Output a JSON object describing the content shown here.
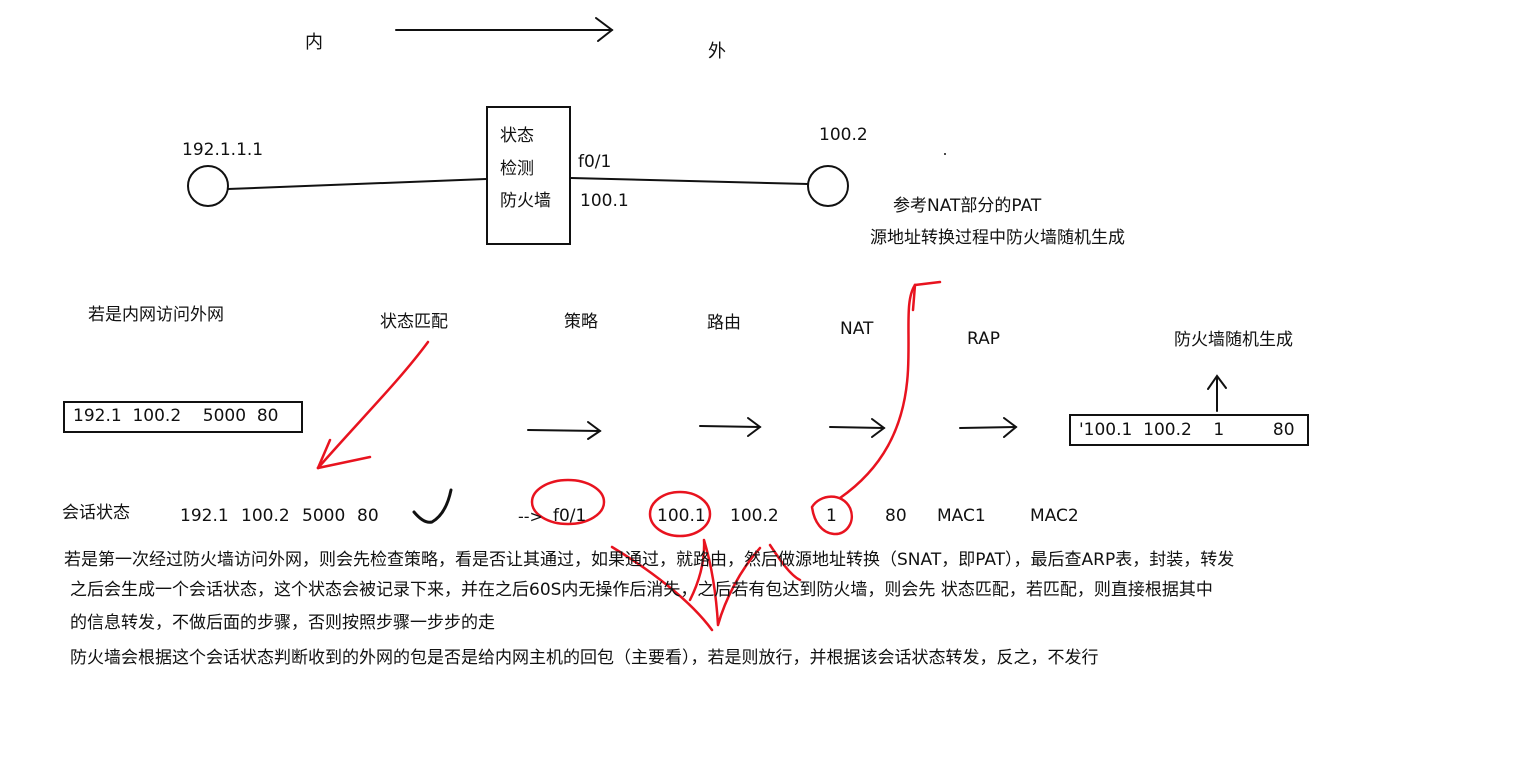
{
  "labels": {
    "inside": "内",
    "outside": "外",
    "host_ip": "192.1.1.1",
    "fw_line1": "状态",
    "fw_line2": "检测",
    "fw_line3": "防火墙",
    "fw_iface": "f0/1",
    "fw_ip": "100.1",
    "remote_ip": "100.2",
    "note_line1": "参考NAT部分的PAT",
    "note_line2": "源地址转换过程中防火墙随机生成",
    "scenario": "若是内网访问外网",
    "step_state_match": "状态匹配",
    "step_policy": "策略",
    "step_route": "路由",
    "step_nat": "NAT",
    "step_rap": "RAP",
    "random_gen": "防火墙随机生成"
  },
  "packets": {
    "before": "192.1  100.2    5000  80",
    "after": "'100.1  100.2    1         80"
  },
  "session": {
    "label": "会话状态",
    "fields": [
      "192.1",
      "100.2",
      "5000",
      "80"
    ],
    "arrow": "-->",
    "iface": "f0/1",
    "nat_ip": "100.1",
    "dst_ip": "100.2",
    "port": "1",
    "dst_port": "80",
    "mac1": "MAC1",
    "mac2": "MAC2"
  },
  "paragraphs": [
    "若是第一次经过防火墙访问外网，则会先检查策略，看是否让其通过，如果通过，就路由，然后做源地址转换（SNAT，即PAT），最后查ARP表，封装，转发",
    "之后会生成一个会话状态，这个状态会被记录下来，并在之后60S内无操作后消失，之后若有包达到防火墙，则会先 状态匹配，若匹配，则直接根据其中",
    "的信息转发，不做后面的步骤，否则按照步骤一步步的走",
    "防火墙会根据这个会话状态判断收到的外网的包是否是给内网主机的回包（主要看），若是则放行，并根据该会话状态转发，反之，不发行"
  ],
  "colors": {
    "ink": "#111111",
    "red": "#e8131f"
  }
}
